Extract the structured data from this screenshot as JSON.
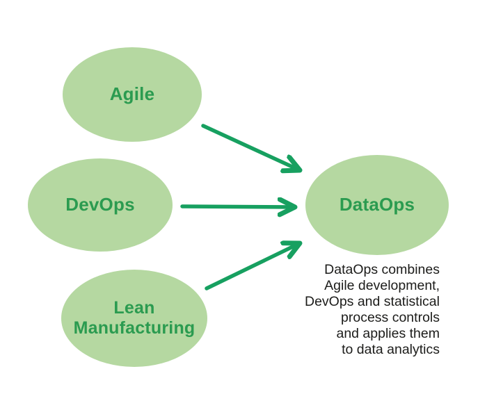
{
  "diagram": {
    "nodes": {
      "agile": {
        "label": "Agile"
      },
      "devops": {
        "label": "DevOps"
      },
      "lean": {
        "label": "Lean Manufacturing"
      },
      "dataops": {
        "label": "DataOps"
      }
    },
    "caption": "DataOps combines\nAgile development,\nDevOps and statistical\nprocess controls\nand applies them\nto data analytics",
    "colors": {
      "node_fill": "#b5d8a1",
      "node_label": "#2b9b50",
      "arrow": "#17a060",
      "caption": "#1c1c1a",
      "background": "#ffffff"
    }
  }
}
